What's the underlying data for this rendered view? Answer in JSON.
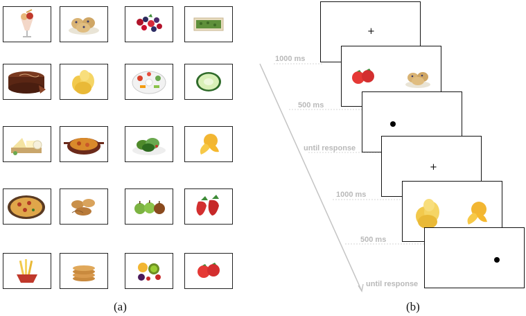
{
  "panel_a": {
    "caption": "(a)",
    "images": [
      [
        "ice-cream-sundae",
        "muffins",
        "berries",
        "herb-toast"
      ],
      [
        "chocolate-cake",
        "potato-chips",
        "vegetable-platter",
        "cucumber-slice"
      ],
      [
        "cheese-board",
        "baked-casserole",
        "green-salad",
        "peeled-orange"
      ],
      [
        "pizza",
        "pastries",
        "apples",
        "strawberries"
      ],
      [
        "french-fries",
        "pancakes",
        "mixed-fruit",
        "tomatoes"
      ]
    ]
  },
  "panel_b": {
    "caption": "(b)",
    "screens": [
      {
        "content": "fixation",
        "symbol": "+"
      },
      {
        "content": "image-pair",
        "left_image": "tomatoes",
        "right_image": "muffins"
      },
      {
        "content": "probe-left",
        "probe": "dot"
      },
      {
        "content": "fixation",
        "symbol": "+"
      },
      {
        "content": "image-pair",
        "left_image": "potato-chips",
        "right_image": "peeled-orange"
      },
      {
        "content": "probe-right",
        "probe": "dot"
      }
    ],
    "timeline_labels": [
      "1000 ms",
      "500 ms",
      "until response",
      "1000 ms",
      "500 ms",
      "until response"
    ]
  },
  "colors": {
    "frame": "#111111",
    "timeline": "#c4c4c4",
    "label": "#b9b9b9"
  }
}
